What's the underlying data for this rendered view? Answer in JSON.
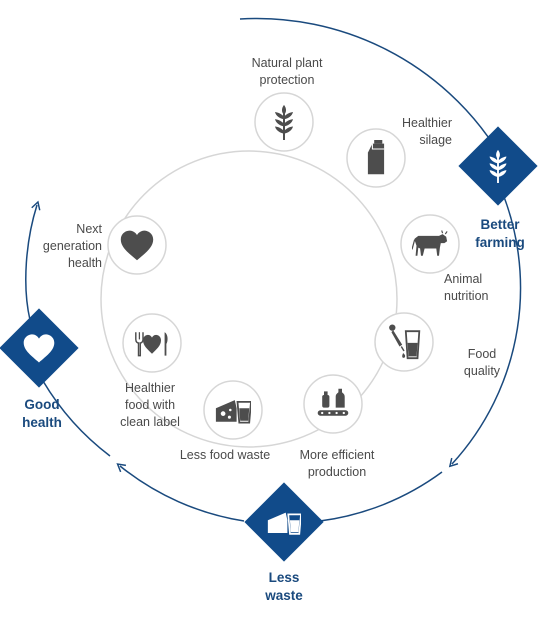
{
  "colors": {
    "ring": "#d6d6d6",
    "icon": "#4d4d4d",
    "brand": "#114b8a",
    "arrow": "#1a4a7e",
    "label": "#4a4a4a"
  },
  "inner_nodes": [
    {
      "id": "natural-plant-protection",
      "label": "Natural plant\nprotection",
      "icon": "wheat-icon"
    },
    {
      "id": "healthier-silage",
      "label": "Healthier\nsilage",
      "icon": "silage-carton-icon"
    },
    {
      "id": "animal-nutrition",
      "label": "Animal\nnutrition",
      "icon": "cow-icon"
    },
    {
      "id": "food-quality",
      "label": "Food\nquality",
      "icon": "pipette-glass-icon"
    },
    {
      "id": "more-efficient-production",
      "label": "More efficient\nproduction",
      "icon": "bottles-conveyor-icon"
    },
    {
      "id": "less-food-waste",
      "label": "Less food waste",
      "icon": "cheese-cup-icon"
    },
    {
      "id": "healthier-food-clean-label",
      "label": "Healthier\nfood with\nclean label",
      "icon": "fork-heart-knife-icon"
    },
    {
      "id": "next-generation-health",
      "label": "Next\ngeneration\nhealth",
      "icon": "heart-icon"
    }
  ],
  "outer_nodes": [
    {
      "id": "better-farming",
      "label": "Better\nfarming",
      "icon": "wheat-icon"
    },
    {
      "id": "less-waste",
      "label": "Less\nwaste",
      "icon": "cheese-cup-icon"
    },
    {
      "id": "good-health",
      "label": "Good\nhealth",
      "icon": "heart-icon"
    }
  ]
}
